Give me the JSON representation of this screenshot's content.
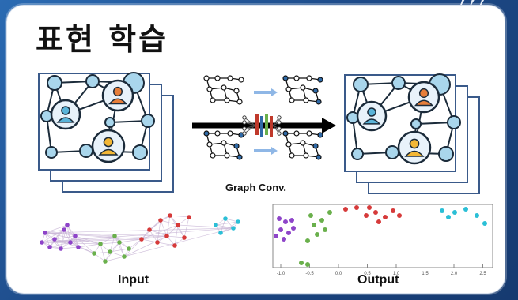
{
  "slide": {
    "title": "표현 학습",
    "brand_mark": "!!!"
  },
  "diagram": {
    "middle_label": "Graph Conv.",
    "bottom_left_label": "Input",
    "bottom_right_label": "Output"
  },
  "colors": {
    "background": "#1f4e8c",
    "node_fill": "#a9d6ec",
    "node_stroke": "#1b2b3a",
    "person_blue": "#5ab4d9",
    "person_orange": "#e67e3a",
    "person_yellow": "#f3b735",
    "arrow_blue": "#8fb7e6",
    "cluster_purple": "#8e44c9",
    "cluster_green": "#6ab04c",
    "cluster_red": "#d63a3a",
    "cluster_cyan": "#2bbfd6"
  },
  "output_axis_ticks": [
    "-1.0",
    "-0.5",
    "0.0",
    "0.5",
    "1.0",
    "1.5",
    "2.0",
    "2.5"
  ]
}
